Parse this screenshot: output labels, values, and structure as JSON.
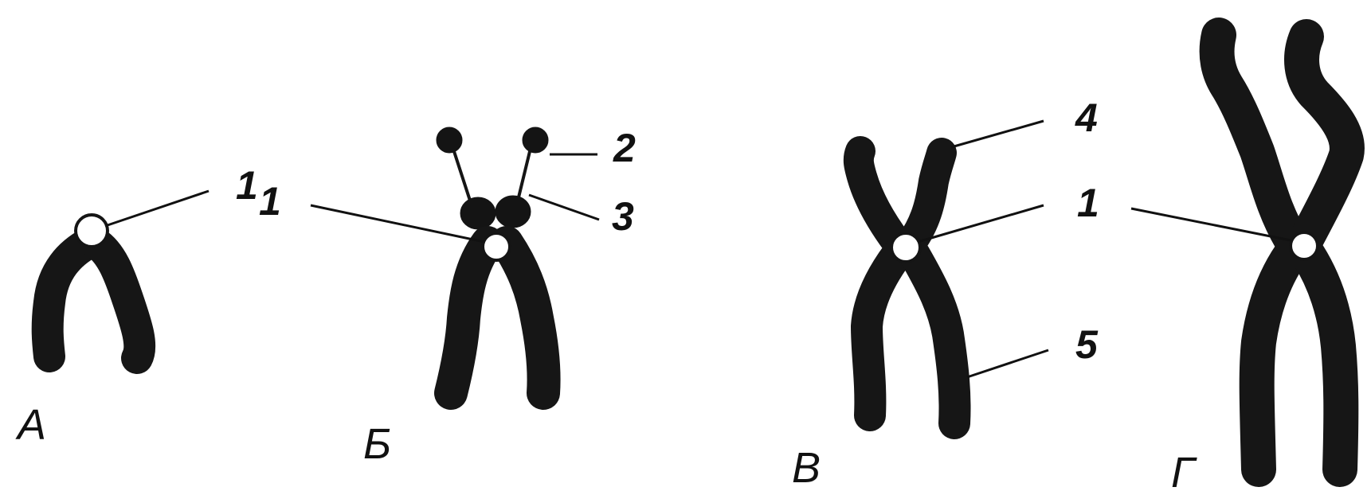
{
  "figure": {
    "panels": [
      {
        "letter": "А",
        "centromere_label": "1"
      },
      {
        "letter": "Б",
        "centromere_label": "1",
        "satellite_label": "2",
        "secondary_constriction_label": "3"
      },
      {
        "letter": "В",
        "centromere_label": "1",
        "short_arm_label": "4",
        "long_arm_label": "5"
      },
      {
        "letter": "Г",
        "centromere_label": "1"
      }
    ]
  },
  "colors": {
    "chromatin": "#141414",
    "background": "#ffffff",
    "centromere": "#ffffff"
  }
}
